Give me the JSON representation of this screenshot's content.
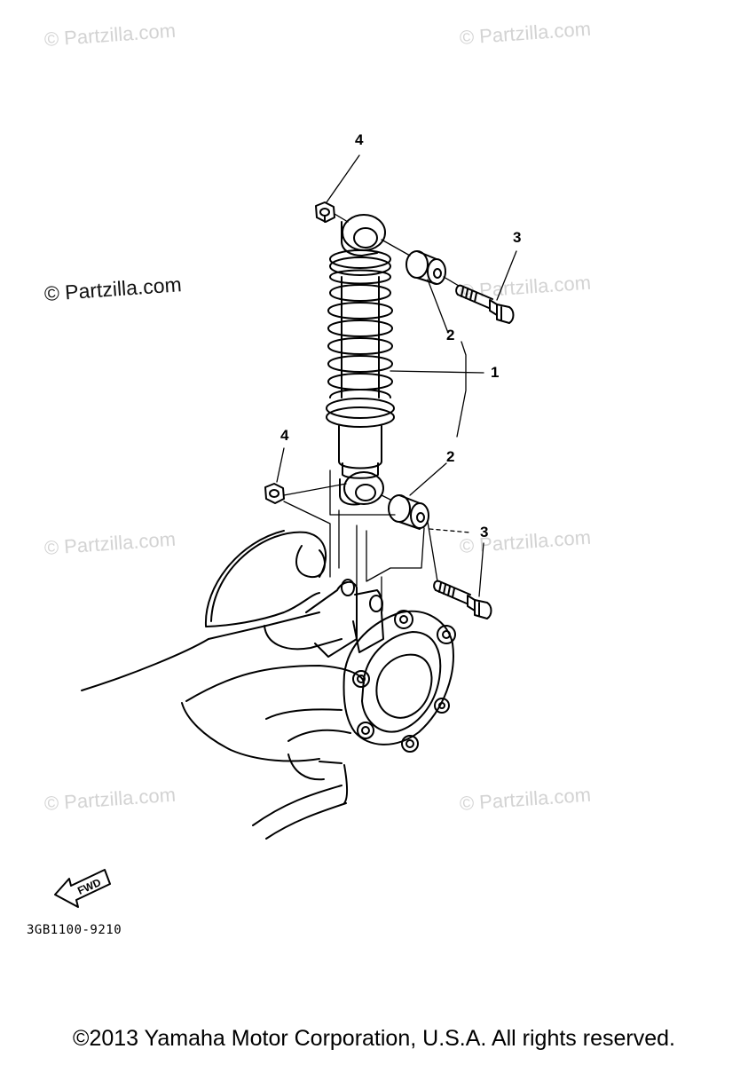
{
  "watermark": {
    "text": "© Partzilla.com",
    "color": "#d3d3d3"
  },
  "callouts": {
    "c1": "1",
    "c2a": "2",
    "c2b": "2",
    "c3a": "3",
    "c3b": "3",
    "c4a": "4",
    "c4b": "4"
  },
  "fwd_label": "FWD",
  "diagram_code": "3GB1100-9210",
  "copyright": "©2013 Yamaha Motor Corporation, U.S.A. All rights reserved."
}
